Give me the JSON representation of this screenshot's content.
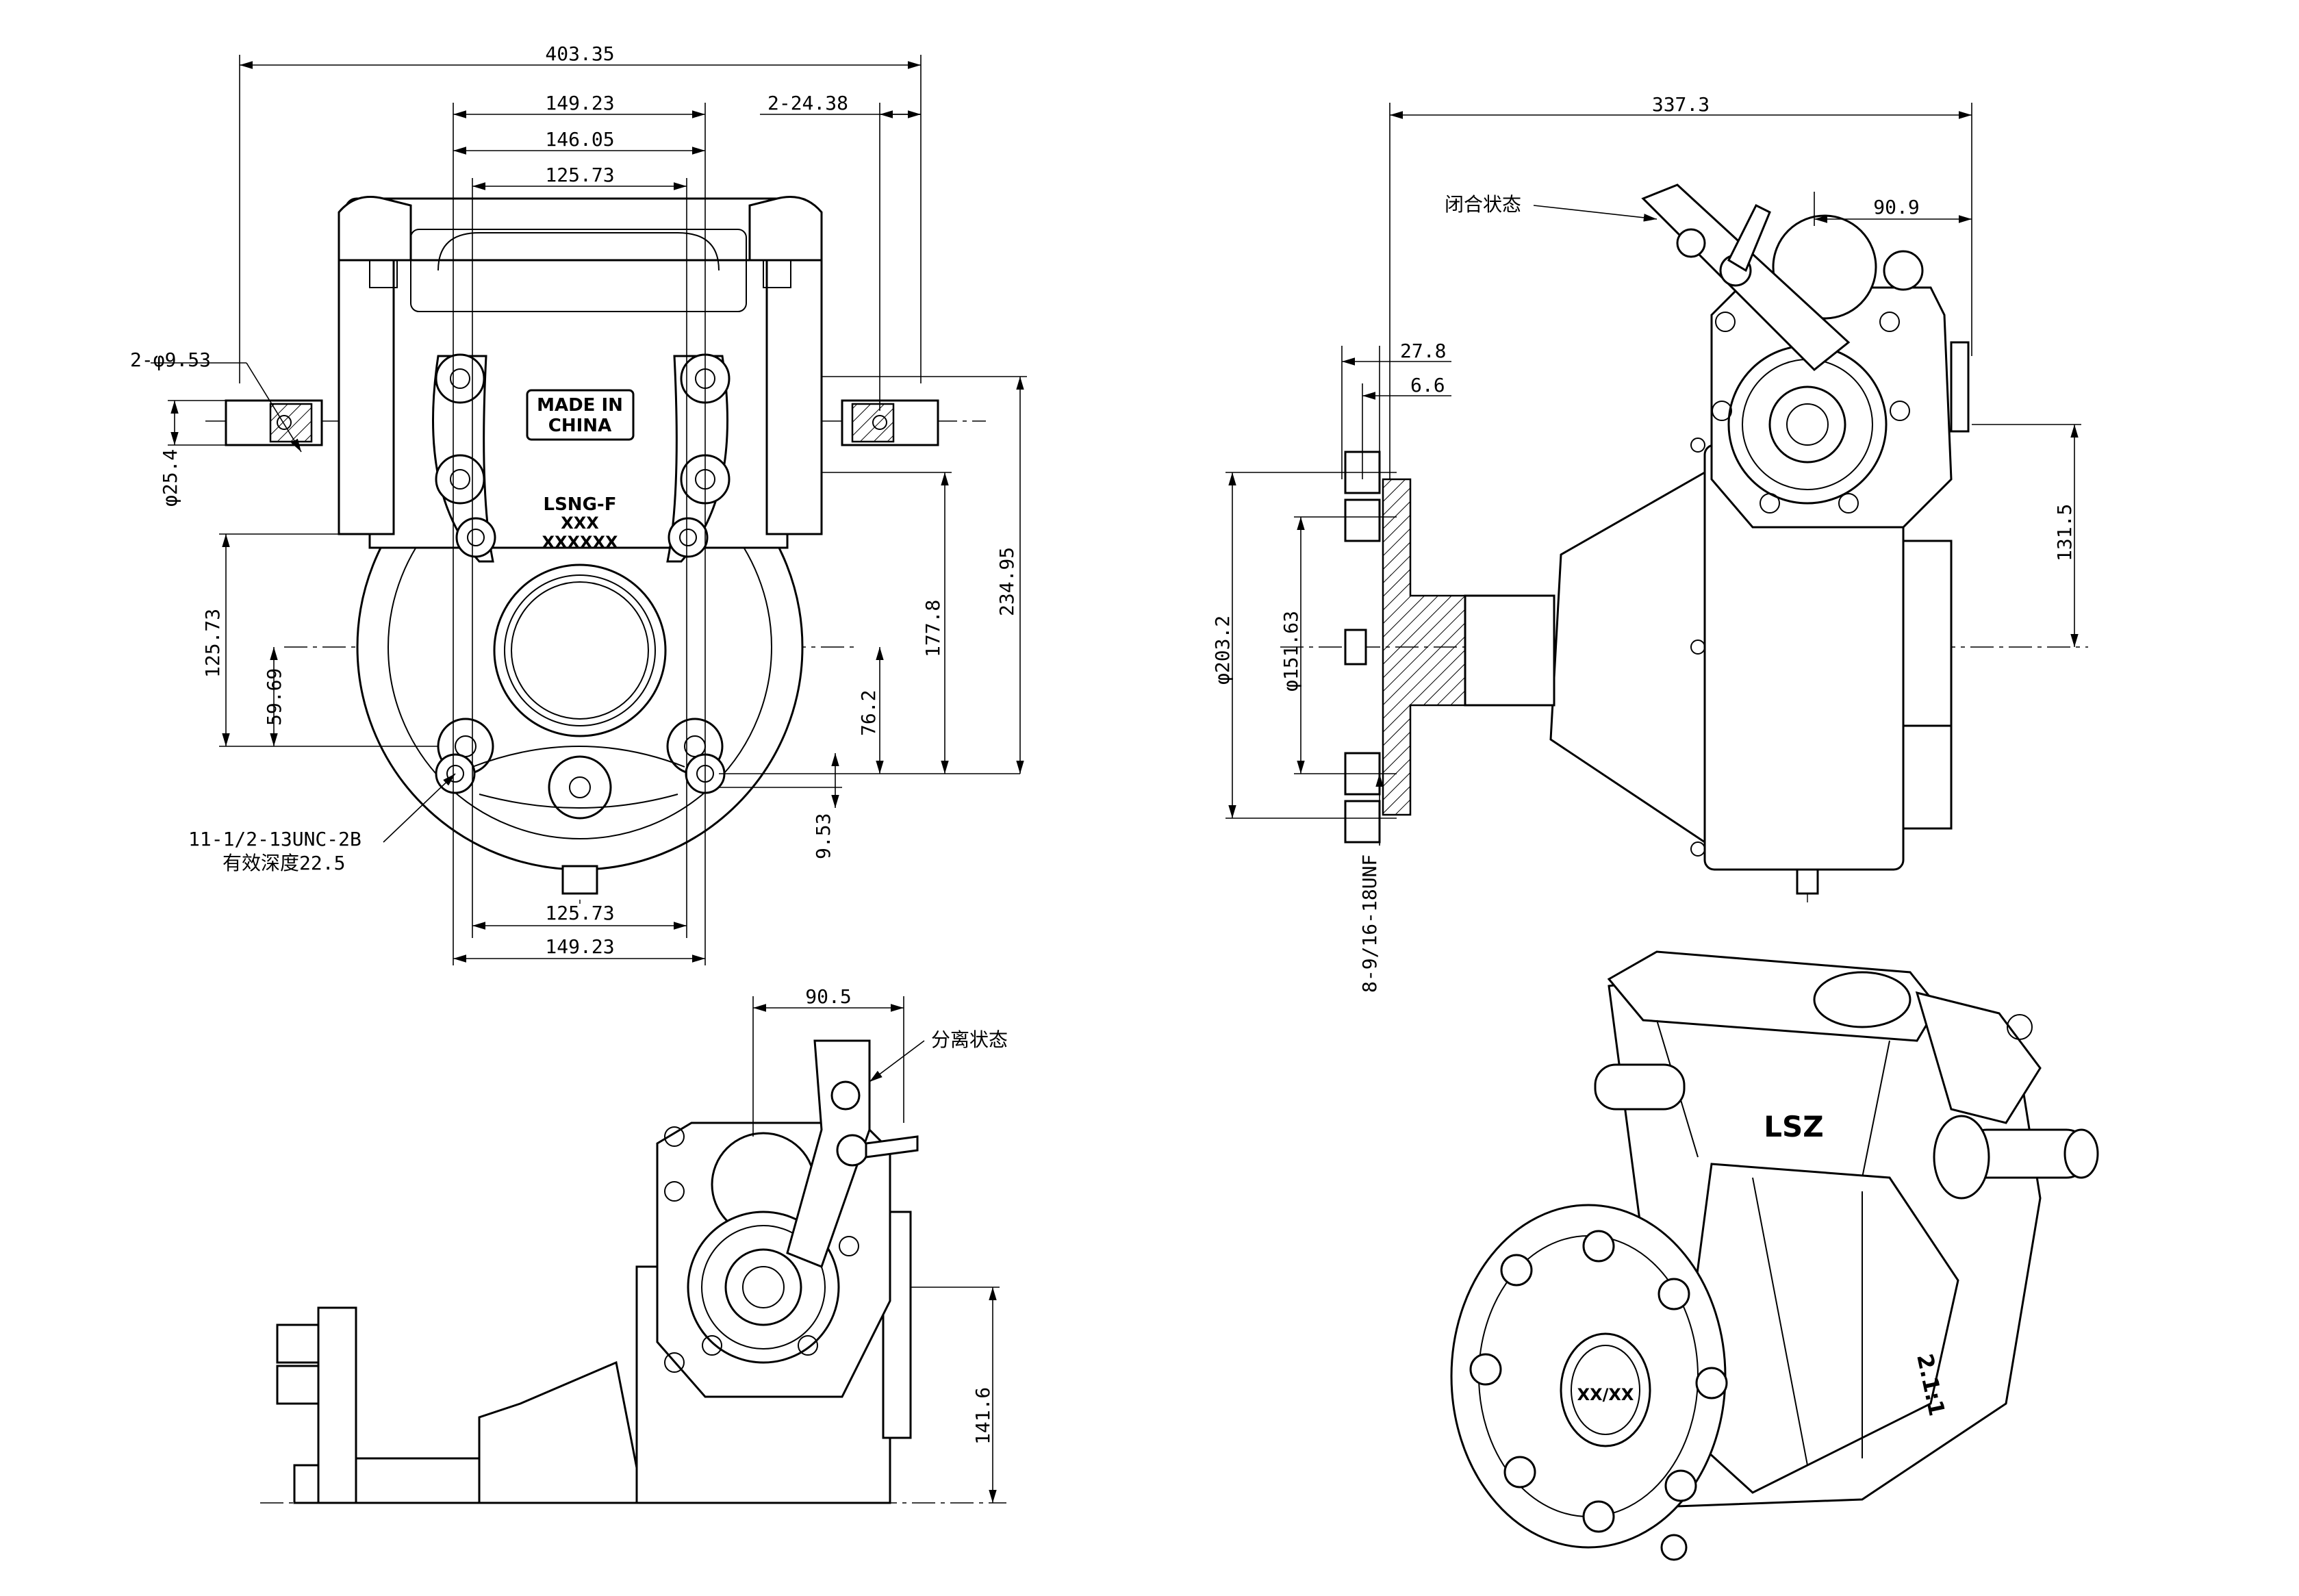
{
  "front_view": {
    "dims": {
      "overall_width": "403.35",
      "top_outer": "149.23",
      "top_mid": "146.05",
      "top_inner": "125.73",
      "shaft_spacing": "2-24.38",
      "shaft_hole": "2-φ9.53",
      "shaft_dia": "φ25.4",
      "left_height": "125.73",
      "left_low": "59.69",
      "right_76": "76.2",
      "right_177": "177.8",
      "right_234": "234.95",
      "right_953": "9.53",
      "bottom_inner": "125.73",
      "bottom_outer": "149.23"
    },
    "plate_line1": "MADE IN",
    "plate_line2": "CHINA",
    "model": "LSNG-F",
    "code1": "XXX",
    "code2": "XXXXXX",
    "thread_note_line1": "11-1/2-13UNC-2B",
    "thread_note_line2": "有效深度22.5"
  },
  "side_view": {
    "dims": {
      "overall_width": "337.3",
      "lever_offset": "90.9",
      "flange_278": "27.8",
      "flange_66": "6.6",
      "dia_2032": "φ203.2",
      "dia_15163": "φ151.63",
      "height_1315": "131.5",
      "thread_unf": "8-9/16-18UNF"
    },
    "state_label": "闭合状态"
  },
  "partial_view": {
    "dims": {
      "lever_offset": "90.5",
      "height_1416": "141.6"
    },
    "state_label": "分离状态"
  },
  "iso_view": {
    "brand": "LSZ",
    "cap_text": "XX/XX",
    "ratio_text": "2.1:1"
  }
}
